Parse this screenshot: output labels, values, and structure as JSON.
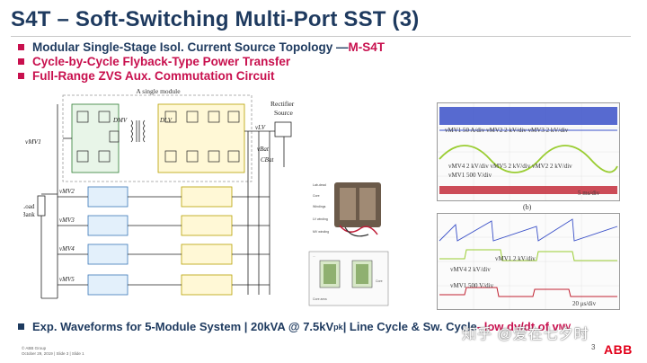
{
  "slide": {
    "title": "S4T – Soft-Switching Multi-Port SST (3)",
    "bullets": [
      {
        "text": "Modular Single-Stage Isol. Current Source Topology — ",
        "accent": "M-S4T"
      },
      {
        "text": "Cycle-by-Cycle Flyback-Type Power Transfer"
      },
      {
        "text": "Full-Range ZVS Aux. Commutation Circuit"
      }
    ],
    "bottom_bullet": {
      "main": "Exp. Waveforms for 5-Module System | 20kVA @ 7.5kV",
      "sub": "pk",
      "rest": " | Line Cycle & Sw. Cycle",
      "tail": " - low dv/dt of v",
      "tail_sub": "MV"
    },
    "watermark": "知乎 @爱在七夕时",
    "footer": {
      "line1": "© ABB Group",
      "line2": "October 29, 2019 | Slide 3  |  Slide 1"
    },
    "page_number": "3",
    "logo": "ABB",
    "colors": {
      "title": "#1e3a5f",
      "accent": "#c8104e",
      "logo": "#e2001a"
    }
  },
  "circuit": {
    "module_label": "A single module",
    "rectifier_label": "Rectifier",
    "source_label": "Source",
    "dmv": "DMV",
    "dlv": "DLV",
    "vlv": "vLV",
    "vbat": "vBat",
    "cbat": "CBat",
    "load_bank": "Load",
    "load_bank2": "Bank",
    "vmv1": "vMV1",
    "vmv2": "vMV2",
    "vmv3": "vMV3",
    "vmv4": "vMV4",
    "vmv5": "vMV5"
  },
  "photo": {
    "labels": [
      "Lab-dead",
      "Core",
      "Windings",
      "LV winding",
      "MV winding"
    ],
    "bottom_labels": [
      "...",
      "Core area",
      "Core"
    ]
  },
  "waveforms": {
    "top": {
      "line1": "vMV1 50 A/div  vMV2 2 kV/div  vMV3 2 kV/div",
      "line2": "vMV4 2 kV/div  vMV5 2 kV/div  vMV2 2 kV/div",
      "line3": "vMV1 500 V/div",
      "timescale": "5 ms/div",
      "caption": "(b)"
    },
    "bottom": {
      "line1": "vMV1 2 kV/div",
      "line2": "vMV4 2 kV/div",
      "line3": "vMV1 500 V/div",
      "timescale": "20 μs/div"
    }
  }
}
